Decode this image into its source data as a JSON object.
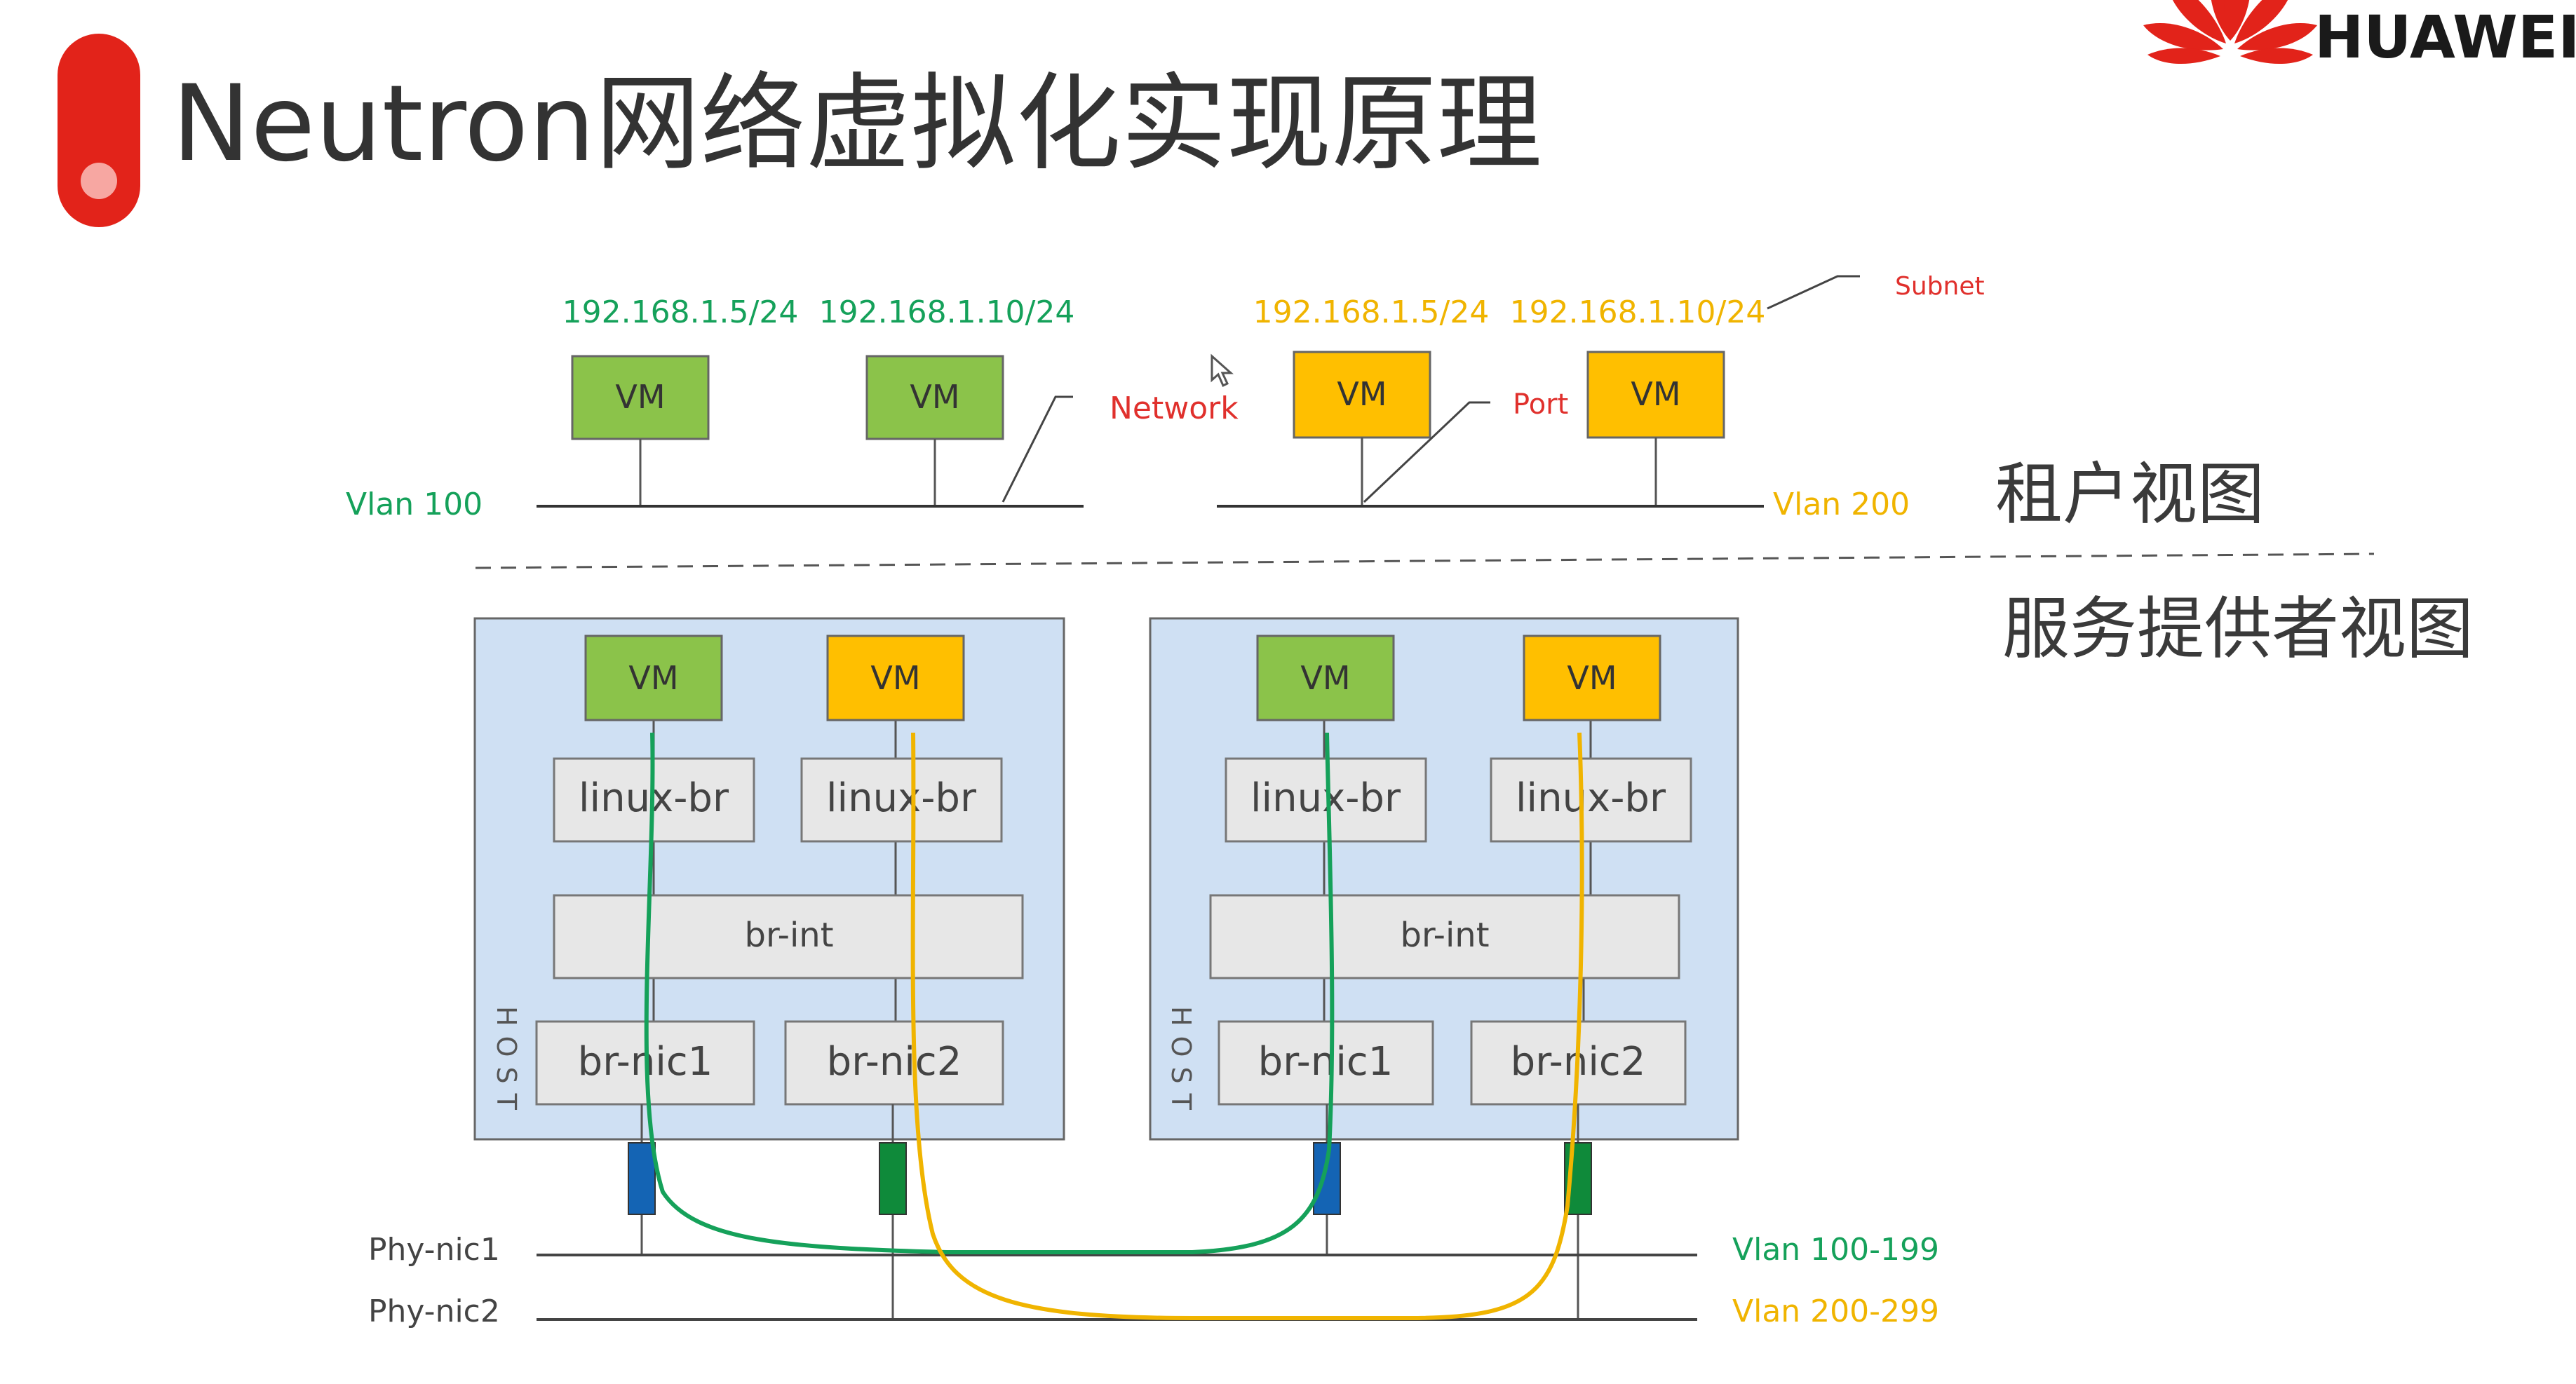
{
  "title": "Neutron网络虚拟化实现原理",
  "brand": {
    "name": "HUAWEI",
    "logo_color": "#e2231a",
    "icon": "huawei-petal-logo"
  },
  "colors": {
    "green": "#8bc34a",
    "green_text": "#15a15a",
    "yellow": "#ffbf00",
    "yellow_text": "#f0b400",
    "red_label": "#e0302c",
    "host_fill": "#cfe0f3",
    "box_fill": "#e7e7e7",
    "nic_blue": "#1464b4",
    "nic_green": "#0f8a3a"
  },
  "tenant_view": {
    "label": "租户视图",
    "vms": [
      {
        "label": "VM",
        "ip": "192.168.1.5/24",
        "color": "green"
      },
      {
        "label": "VM",
        "ip": "192.168.1.10/24",
        "color": "green"
      },
      {
        "label": "VM",
        "ip": "192.168.1.5/24",
        "color": "yellow"
      },
      {
        "label": "VM",
        "ip": "192.168.1.10/24",
        "color": "yellow"
      }
    ],
    "vlan_left": "Vlan 100",
    "vlan_right": "Vlan 200",
    "annotations": {
      "network": "Network",
      "port": "Port",
      "subnet": "Subnet"
    }
  },
  "provider_view": {
    "label": "服务提供者视图",
    "hosts": [
      {
        "host_label": "HOST",
        "vm_left": "VM",
        "vm_right": "VM",
        "br_left": "linux-br",
        "br_right": "linux-br",
        "br_int": "br-int",
        "nic_left": "br-nic1",
        "nic_right": "br-nic2"
      },
      {
        "host_label": "HOST",
        "vm_left": "VM",
        "vm_right": "VM",
        "br_left": "linux-br",
        "br_right": "linux-br",
        "br_int": "br-int",
        "nic_left": "br-nic1",
        "nic_right": "br-nic2"
      }
    ],
    "phy_nic1": "Phy-nic1",
    "phy_nic2": "Phy-nic2",
    "vlan_range_1": "Vlan 100-199",
    "vlan_range_2": "Vlan 200-299"
  }
}
